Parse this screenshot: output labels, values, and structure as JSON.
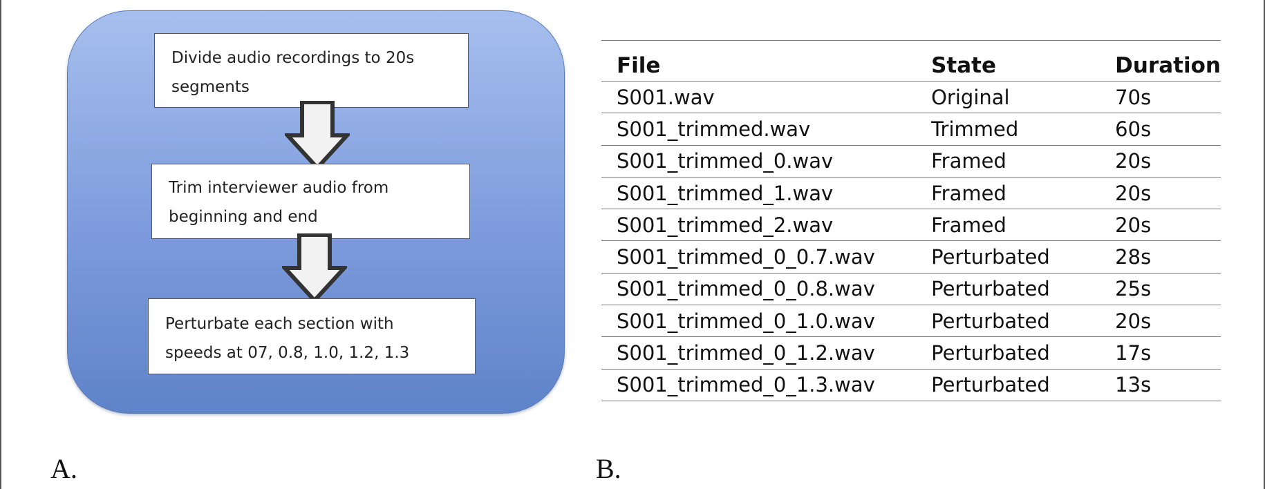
{
  "panel_a": {
    "label": "A.",
    "steps": [
      "Divide audio recordings to 20s\nsegments",
      "Trim interviewer audio from\nbeginning and end",
      "Perturbate each section with\nspeeds at 07, 0.8, 1.0, 1.2, 1.3"
    ],
    "colors": {
      "background_top": "#a7bfee",
      "background_bottom": "#5f83c9",
      "box": "#ffffff",
      "arrow_fill": "#f2f2f2",
      "arrow_stroke": "#333333"
    }
  },
  "panel_b": {
    "label": "B.",
    "table": {
      "headers": [
        "File",
        "State",
        "Duration"
      ],
      "rows": [
        [
          "S001.wav",
          "Original",
          "70s"
        ],
        [
          "S001_trimmed.wav",
          "Trimmed",
          "60s"
        ],
        [
          "S001_trimmed_0.wav",
          "Framed",
          "20s"
        ],
        [
          "S001_trimmed_1.wav",
          "Framed",
          "20s"
        ],
        [
          "S001_trimmed_2.wav",
          "Framed",
          "20s"
        ],
        [
          "S001_trimmed_0_0.7.wav",
          "Perturbated",
          "28s"
        ],
        [
          "S001_trimmed_0_0.8.wav",
          "Perturbated",
          "25s"
        ],
        [
          "S001_trimmed_0_1.0.wav",
          "Perturbated",
          "20s"
        ],
        [
          "S001_trimmed_0_1.2.wav",
          "Perturbated",
          "17s"
        ],
        [
          "S001_trimmed_0_1.3.wav",
          "Perturbated",
          "13s"
        ]
      ]
    }
  }
}
